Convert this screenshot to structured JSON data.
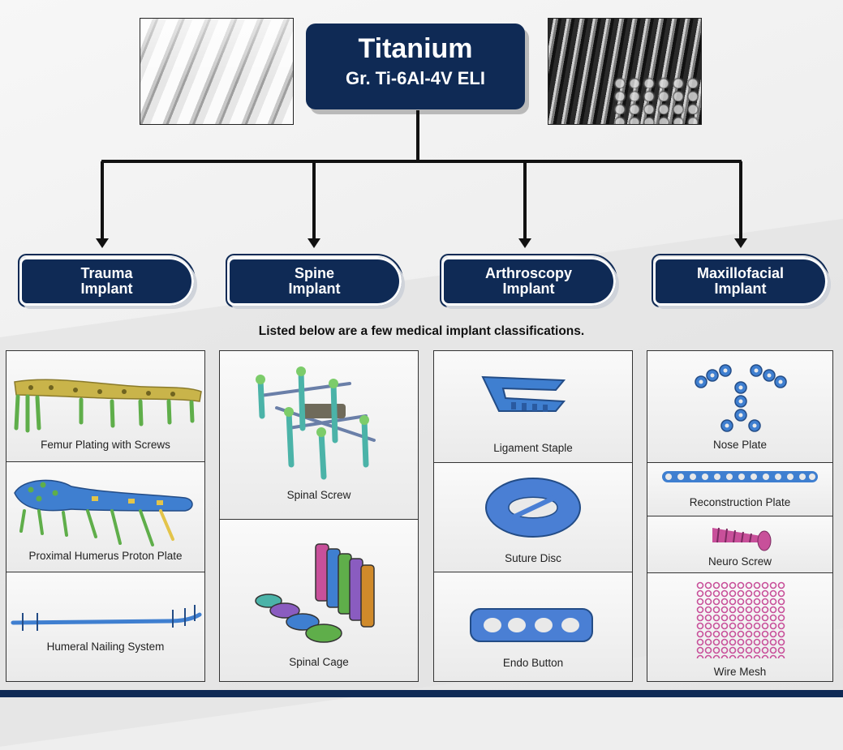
{
  "header": {
    "title": "Titanium",
    "subtitle": "Gr. Ti-6Al-4V ELI"
  },
  "categories": [
    {
      "line1": "Trauma",
      "line2": "Implant"
    },
    {
      "line1": "Spine",
      "line2": "Implant"
    },
    {
      "line1": "Arthroscopy",
      "line2": "Implant"
    },
    {
      "line1": "Maxillofacial",
      "line2": "Implant"
    }
  ],
  "note": "Listed below are a few medical implant classifications.",
  "products": {
    "trauma": [
      "Femur Plating with Screws",
      "Proximal Humerus Proton Plate",
      "Humeral Nailing System"
    ],
    "spine": [
      "Spinal Screw",
      "Spinal Cage"
    ],
    "arthroscopy": [
      "Ligament Staple",
      "Suture Disc",
      "Endo Button"
    ],
    "maxillofacial": [
      "Nose Plate",
      "Reconstruction Plate",
      "Neuro Screw",
      "Wire Mesh"
    ]
  },
  "colors": {
    "navy": "#0f2a55",
    "gold": "#c9b44a",
    "titanium_blue": "#3f7fd0",
    "anodized_pink": "#c8509a",
    "anodized_green": "#5fae4a"
  }
}
